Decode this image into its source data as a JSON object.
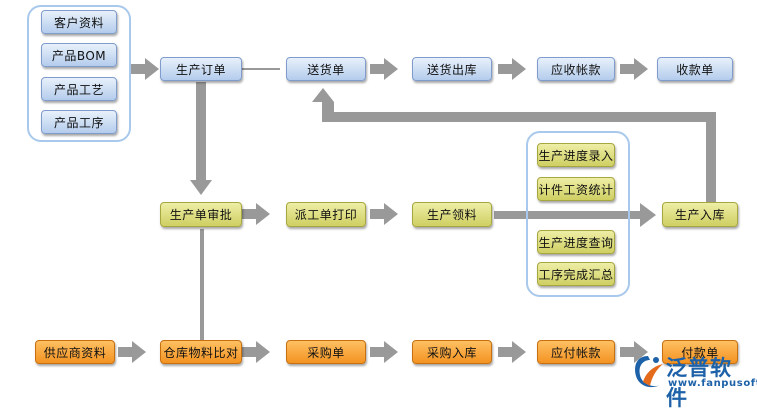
{
  "colors": {
    "blue": "#b4ccec",
    "yellow": "#cfcf63",
    "orange": "#f39322",
    "connector": "#999999",
    "group_border": "#a9c9ec",
    "brand": "#1d62a8"
  },
  "nodes": {
    "customer_data": "客户资料",
    "product_bom": "产品BOM",
    "product_process": "产品工艺",
    "product_procedure": "产品工序",
    "production_order": "生产订单",
    "delivery_note": "送货单",
    "delivery_out": "送货出库",
    "receivable": "应收帐款",
    "receipt": "收款单",
    "production_approval": "生产单审批",
    "dispatch_print": "派工单打印",
    "material_issue": "生产领料",
    "progress_entry": "生产进度录入",
    "piece_wage_stats": "计件工资统计",
    "progress_query": "生产进度查询",
    "procedure_summary": "工序完成汇总",
    "production_in": "生产入库",
    "supplier_data": "供应商资料",
    "warehouse_compare": "仓库物料比对",
    "purchase_order": "采购单",
    "purchase_in": "采购入库",
    "payable": "应付帐款",
    "payment": "付款单"
  },
  "logo": {
    "name": "泛普软件",
    "url": "www.fanpusoft.com",
    "icon": "fanpu-logo-icon"
  }
}
